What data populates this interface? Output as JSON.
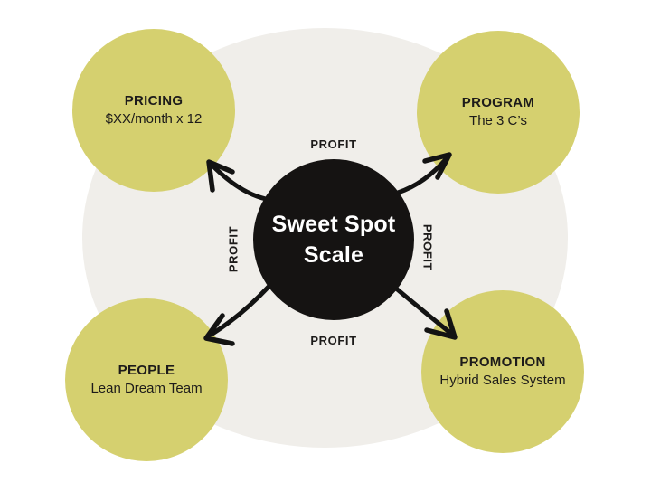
{
  "diagram": {
    "center": {
      "line1": "Sweet Spot",
      "line2": "Scale"
    },
    "nodes": [
      {
        "id": "pricing",
        "title": "PRICING",
        "subtitle": "$XX/month x 12"
      },
      {
        "id": "program",
        "title": "PROGRAM",
        "subtitle": "The 3 C’s"
      },
      {
        "id": "people",
        "title": "PEOPLE",
        "subtitle": "Lean Dream Team"
      },
      {
        "id": "promotion",
        "title": "PROMOTION",
        "subtitle": "Hybrid Sales System"
      }
    ],
    "arrow_labels": [
      {
        "position": "top",
        "text": "PROFIT"
      },
      {
        "position": "right",
        "text": "PROFIT"
      },
      {
        "position": "bottom",
        "text": "PROFIT"
      },
      {
        "position": "left",
        "text": "PROFIT"
      }
    ],
    "colors": {
      "canvas": "#ffffff",
      "background_blob": "#f0eeea",
      "node_fill": "#d5d06f",
      "center_fill": "#151312",
      "center_text": "#ffffff",
      "text": "#1d1b1a",
      "arrow": "#131313"
    }
  }
}
